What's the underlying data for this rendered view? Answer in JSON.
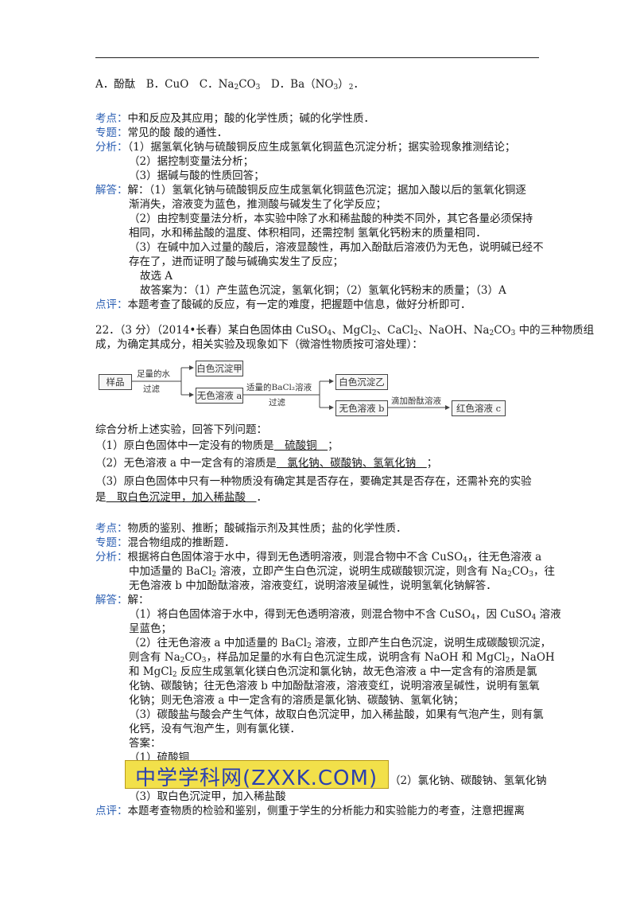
{
  "q21": {
    "options": "A．酚酞　B．CuO　C．Na<sub>2</sub>CO<sub>3</sub>　D．Ba（NO<sub>3</sub>）<sub>2</sub>．",
    "kaodian_tag": "考点：",
    "kaodian": "中和反应及其应用；酸的化学性质；碱的化学性质．",
    "zhuanti_tag": "专题：",
    "zhuanti": "常见的酸 酸的通性．",
    "fenxi_tag": "分析：",
    "fenxi": [
      "（1）据氢氧化钠与硫酸铜反应生成氢氧化铜蓝色沉淀分析；据实验现象推测结论；",
      "（2）据控制变量法分析；",
      "（3）据碱与酸的性质回答；"
    ],
    "jieda_tag": "解答：",
    "jieda": [
      "解：（1）氢氧化钠与硫酸铜反应生成氢氧化铜蓝色沉淀；据加入酸以后的氢氧化铜逐",
      "渐消失，溶液变为蓝色，推测酸与碱发生了化学反应；",
      "（2）由控制变量法分析，本实验中除了水和稀盐酸的种类不同外，其它各量必须保持",
      "相同，水和稀盐酸的温度、体积相同，还需控制 氢氧化钙粉末的质量相同．",
      "（3）在碱中加入过量的酸后，溶液显酸性，再加入酚酞后溶液仍为无色，说明碱已经不",
      "存在了，进而证明了酸与碱确实发生了反应；",
      "故选 A",
      "故答案为：（1）产生蓝色沉淀，氢氧化铜；（2）氢氧化钙粉末的质量；（3）A"
    ],
    "dianping_tag": "点评：",
    "dianping": "本题考查了酸碱的反应，有一定的难度，把握题中信息，做好分析即可．"
  },
  "q22": {
    "stem": [
      "22．（3 分）（2014•长春）某白色固体由 CuSO<sub>4</sub>、MgCl<sub>2</sub>、CaCl<sub>2</sub>、NaOH、Na<sub>2</sub>CO<sub>3</sub> 中的三种物质组",
      "成，为确定其成分，相关实验及现象如下（微溶性物质按可溶处理）："
    ],
    "flow": {
      "sample": "样品",
      "step1_top": "足量的水",
      "step1_bottom": "过滤",
      "precip_a": "白色沉淀甲",
      "solution_a": "无色溶液 a",
      "step2_top": "适量的BaCl₂溶液",
      "step2_bottom": "过滤",
      "precip_b": "白色沉淀乙",
      "solution_b": "无色溶液 b",
      "step3": "滴加酚酞溶液",
      "solution_c": "红色溶液 c"
    },
    "intro": "综合分析上述实验，回答下列问题：",
    "q1_prefix": "（1）原白色固体中一定没有的物质是",
    "q1_answer": "　硫酸铜　",
    "q1_suffix": "；",
    "q2_prefix": "（2）无色溶液 a 中一定含有的溶质是",
    "q2_answer": "　氯化钠、碳酸钠、氢氧化钠　",
    "q2_suffix": "；",
    "q3_line1": "（3）原白色固体中只有一种物质没有确定其是否存在，要确定其是否存在，还需补充的实验",
    "q3_prefix": "是",
    "q3_answer": "　取白色沉淀甲，加入稀盐酸　",
    "q3_suffix": "．",
    "kaodian_tag": "考点：",
    "kaodian": "物质的鉴别、推断；酸碱指示剂及其性质；盐的化学性质．",
    "zhuanti_tag": "专题：",
    "zhuanti": "混合物组成的推断题．",
    "fenxi_tag": "分析：",
    "fenxi": [
      "根据将白色固体溶于水中，得到无色透明溶液，则混合物中不含 CuSO<sub>4</sub>，往无色溶液 a",
      "中加适量的 BaCl<sub>2</sub> 溶液，立即产生白色沉淀，说明生成碳酸钡沉淀，则含有 Na<sub>2</sub>CO<sub>3</sub>，往",
      "无色溶液 b 中加酚酞溶液，溶液变红，说明溶液呈碱性，说明氢氧化钠解答．"
    ],
    "jieda_tag": "解答：",
    "jieda_head": "解：",
    "jieda": [
      "（1）将白色固体溶于水中，得到无色透明溶液，则混合物中不含 CuSO<sub>4</sub>，因 CuSO<sub>4</sub> 溶液",
      "呈蓝色；",
      "（2）往无色溶液 a 中加适量的 BaCl<sub>2</sub> 溶液，立即产生白色沉淀，说明生成碳酸钡沉淀，",
      "则含有 Na<sub>2</sub>CO<sub>3</sub>，样品加足量的水有白色沉淀生成，说明含有 NaOH 和 MgCl<sub>2</sub>，NaOH",
      "和 MgCl<sub>2</sub> 反应生成氢氧化镁白色沉淀和氯化钠，故无色溶液 a 中一定含有的溶质是氯",
      "化钠、碳酸钠；往无色溶液 b 中加酚酞溶液，溶液变红，说明溶液呈碱性，说明有氢氧",
      "化钠；则无色溶液 a 中一定含有的溶质是氯化钠、碳酸钠、氢氧化钠；",
      "（3）碳酸盐与酸会产生气体，故取白色沉淀甲，加入稀盐酸，如果有气泡产生，则有氯",
      "化钙，没有气泡产生，则有氯化镁．"
    ],
    "answer_head": "答案：",
    "answer1": "（1）硫酸铜",
    "watermark": "中学学科网(ZXXK.COM)",
    "answer2": "（2）氯化钠、碳酸钠、氢氧化钠",
    "answer3": "（3）取白色沉淀甲，加入稀盐酸",
    "dianping_tag": "点评：",
    "dianping": "本题考查物质的检验和鉴别，侧重于学生的分析能力和实验能力的考查，注意把握离"
  }
}
